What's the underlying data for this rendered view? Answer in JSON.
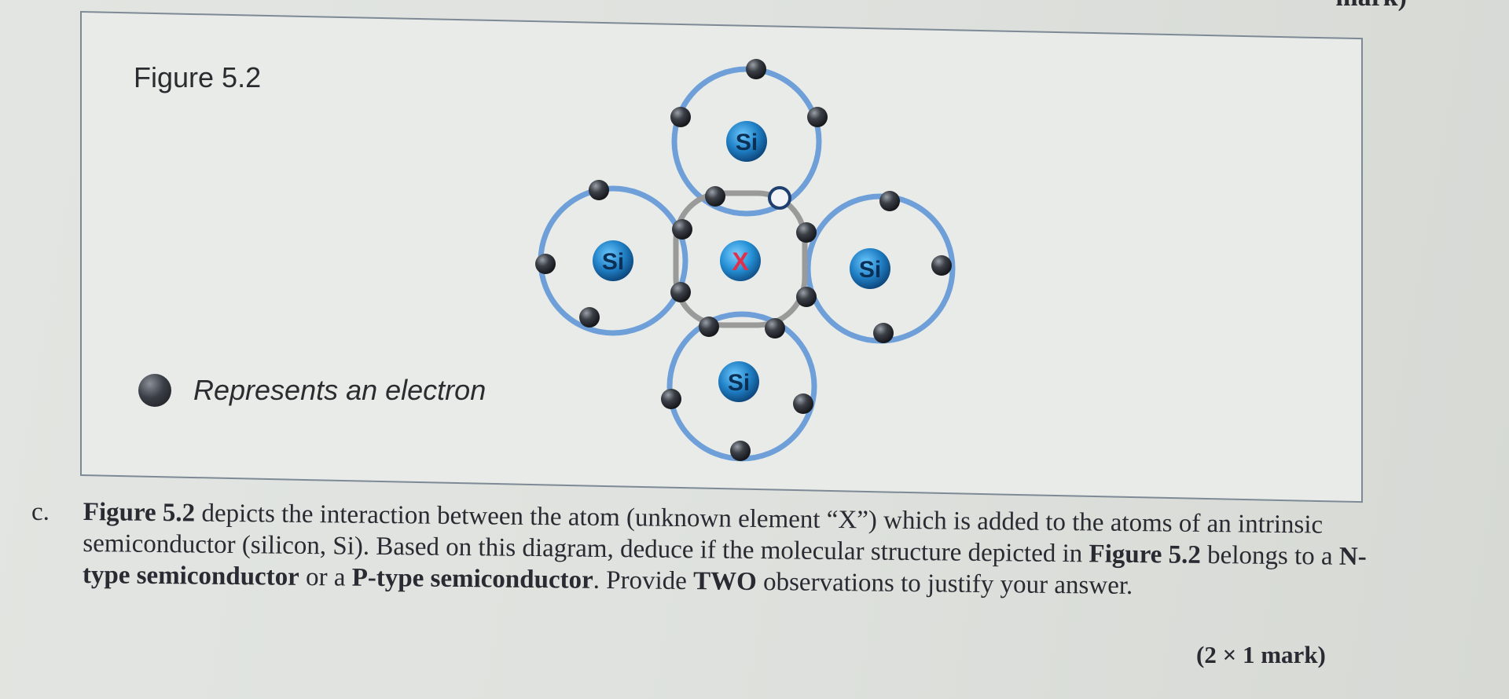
{
  "header": {
    "corner_text": "mark)"
  },
  "figure": {
    "title": "Figure 5.2",
    "legend_label": "Represents an electron",
    "atoms": {
      "top": "Si",
      "left": "Si",
      "center": "X",
      "right": "Si",
      "bottom": "Si"
    }
  },
  "question": {
    "letter": "c.",
    "parts": [
      {
        "bold": true,
        "text": "Figure 5.2"
      },
      {
        "bold": false,
        "text": " depicts the interaction between the atom (unknown element “X”) which is added to the atoms of an intrinsic semiconductor (silicon, Si). Based on this diagram, deduce if the molecular structure depicted in "
      },
      {
        "bold": true,
        "text": "Figure 5.2"
      },
      {
        "bold": false,
        "text": " belongs to a "
      },
      {
        "bold": true,
        "text": "N-type semiconductor"
      },
      {
        "bold": false,
        "text": " or a "
      },
      {
        "bold": true,
        "text": "P-type semiconductor"
      },
      {
        "bold": false,
        "text": ". Provide "
      },
      {
        "bold": true,
        "text": "TWO"
      },
      {
        "bold": false,
        "text": " observations to justify your answer."
      }
    ],
    "marks": "(2 × 1 mark)"
  },
  "colors": {
    "orbit": "#6f9fd8",
    "center_orbit": "#9a9a9a",
    "si_atom": "#1f7fc4",
    "x_label": "#e0304a"
  }
}
